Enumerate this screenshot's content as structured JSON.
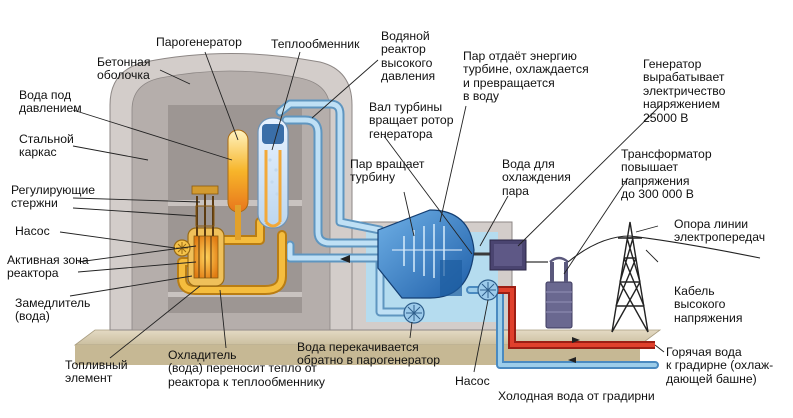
{
  "labels": {
    "concrete_shell": "Бетонная\nоболочка",
    "steam_generator": "Парогенератор",
    "heat_exchanger": "Теплообменник",
    "hp_water_reactor": "Водяной\nреактор\nвысокого\nдавления",
    "steam_gives_energy": "Пар отдаёт энергию\nтурбине, охлаждается\nи превращается\nв воду",
    "generator_produces": "Генератор\nвырабатывает\nэлектричество\nнапряжением\n25000 В",
    "pressurized_water": "Вода под\nдавлением",
    "steel_frame": "Стальной\nкаркас",
    "turbine_shaft": "Вал турбины\nвращает ротор\nгенератора",
    "control_rods": "Регулирующие\nстержни",
    "steam_rotates_turbine": "Пар вращает\nтурбину",
    "cooling_water": "Вода для\nохлаждения\nпара",
    "transformer": "Трансформатор\nповышает\nнапряжения\nдо 300 000 В",
    "pump_left": "Насос",
    "power_line_tower": "Опора линии\nэлектропередач",
    "active_zone": "Активная зона\nреактора",
    "hv_cable": "Кабель\nвысокого\nнапряжения",
    "moderator": "Замедлитель\n(вода)",
    "water_pumped_back": "Вода перекачивается\nобратно в парогенератор",
    "fuel_element": "Топливный\nэлемент",
    "coolant": "Охладитель\n(вода) переносит тепло от\nреактора к теплообменнику",
    "pump_right": "Насос",
    "hot_water": "Горячая вода\nк градирне (охлаж-\nдающей башне)",
    "cold_water": "Холодная вода от градирни"
  },
  "colors": {
    "building": "#c9c2bf",
    "building_inner": "#b3aca9",
    "ground": "#d7ccb4",
    "hot_pipe": "#f2b335",
    "cold_pipe": "#86bde0",
    "turbine": "#2c6fb8",
    "generator": "#4a4470",
    "hot_return": "#d93020"
  }
}
